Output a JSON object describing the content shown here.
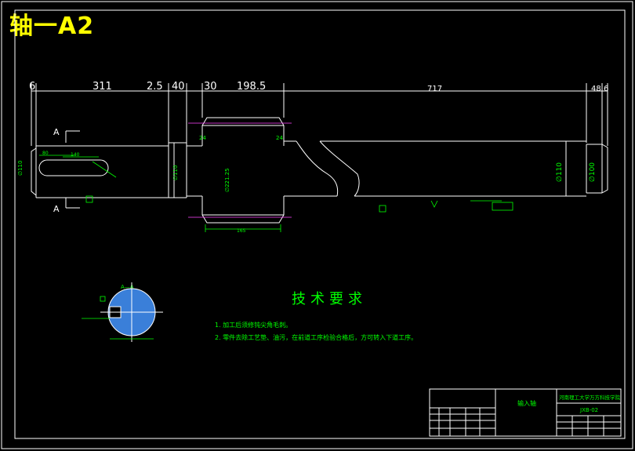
{
  "title": "轴一A2",
  "dimensions_top": [
    "6",
    "311",
    "2.5",
    "40",
    "30",
    "198.5",
    "717",
    "48",
    "6"
  ],
  "section_marks": [
    "A",
    "A"
  ],
  "section_label": "A—A",
  "diameters": [
    "∅110",
    "∅110",
    "∅221.25",
    "∅110",
    "∅100"
  ],
  "small_dims": [
    "80",
    "140",
    "24",
    "24",
    "165"
  ],
  "tech_title": "技术要求",
  "tech_notes": [
    "1. 加工后须修钝尖角毛刺。",
    "2. 零件去除工艺垫、油污，在前道工序检验合格后，方可转入下道工序。"
  ],
  "title_block": {
    "part_name": "输入轴",
    "school": "河南理工大学万方科技学院",
    "drawing_no": "JXB-02"
  }
}
